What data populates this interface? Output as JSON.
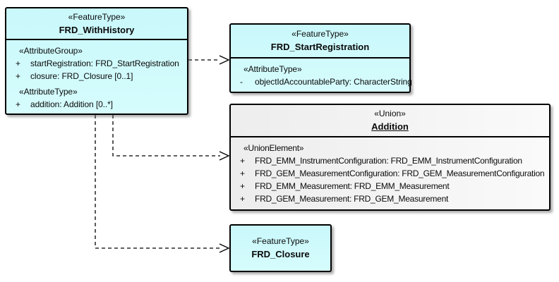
{
  "diagram": {
    "title": "UML feature-type dependency diagram",
    "box_with_history": {
      "stereotype": "«FeatureType»",
      "name": "FRD_WithHistory",
      "rows": [
        {
          "kind": "stereotype",
          "text": "«AttributeGroup»"
        },
        {
          "vis": "+",
          "text": "startRegistration: FRD_StartRegistration"
        },
        {
          "vis": "+",
          "text": "closure: FRD_Closure [0..1]"
        },
        {
          "kind": "stereotype",
          "text": "«AttributeType»"
        },
        {
          "vis": "+",
          "text": "addition: Addition [0..*]"
        }
      ]
    },
    "box_start_registration": {
      "stereotype": "«FeatureType»",
      "name": "FRD_StartRegistration",
      "rows": [
        {
          "kind": "stereotype",
          "text": "«AttributeType»"
        },
        {
          "vis": "-",
          "text": "objectIdAccountableParty: CharacterString"
        }
      ]
    },
    "box_addition": {
      "stereotype": "«Union»",
      "name": "Addition",
      "rows": [
        {
          "kind": "stereotype",
          "text": "«UnionElement»"
        },
        {
          "vis": "+",
          "text": "FRD_EMM_InstrumentConfiguration: FRD_EMM_InstrumentConfiguration"
        },
        {
          "vis": "+",
          "text": "FRD_GEM_MeasurementConfiguration: FRD_GEM_MeasurementConfiguration"
        },
        {
          "vis": "+",
          "text": "FRD_EMM_Measurement: FRD_EMM_Measurement"
        },
        {
          "vis": "+",
          "text": "FRD_GEM_Measurement: FRD_GEM_Measurement"
        }
      ]
    },
    "box_closure": {
      "stereotype": "«FeatureType»",
      "name": "FRD_Closure"
    }
  },
  "colors": {
    "feature_fill": "#c9f8fb",
    "union_fill_left": "#ededed",
    "union_fill_right": "#fafafa",
    "border": "#000000",
    "background": "#ffffff"
  }
}
